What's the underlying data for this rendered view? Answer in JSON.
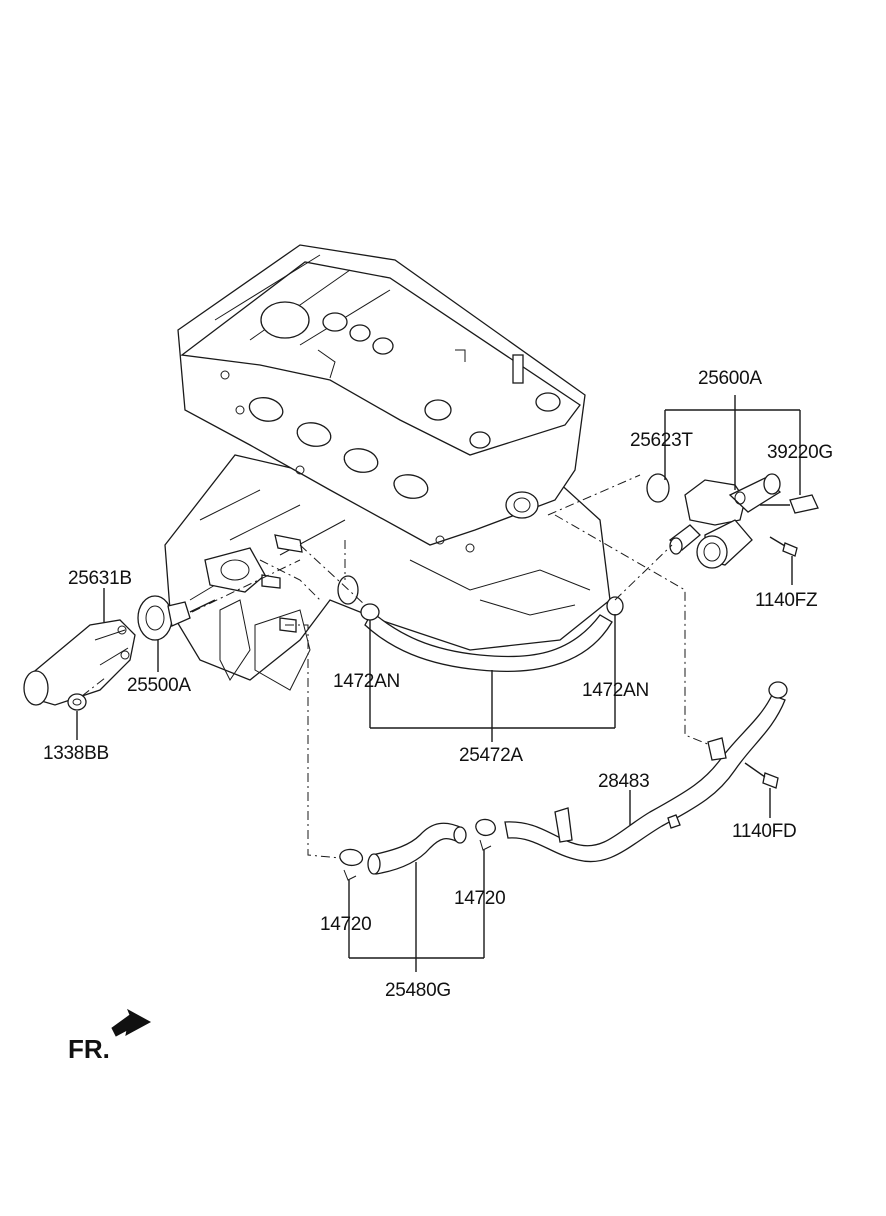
{
  "labels": {
    "p25600A": "25600A",
    "p25623T": "25623T",
    "p39220G": "39220G",
    "p1140FZ": "1140FZ",
    "p25631B": "25631B",
    "p25500A": "25500A",
    "p1338BB": "1338BB",
    "p1472AN_left": "1472AN",
    "p1472AN_right": "1472AN",
    "p25472A": "25472A",
    "p28483": "28483",
    "p1140FD": "1140FD",
    "p14720_left": "14720",
    "p14720_right": "14720",
    "p25480G": "25480G"
  },
  "direction_marker": {
    "text": "FR.",
    "icon": "arrow-icon"
  },
  "colors": {
    "line": "#1a1a1a",
    "background": "#ffffff"
  }
}
